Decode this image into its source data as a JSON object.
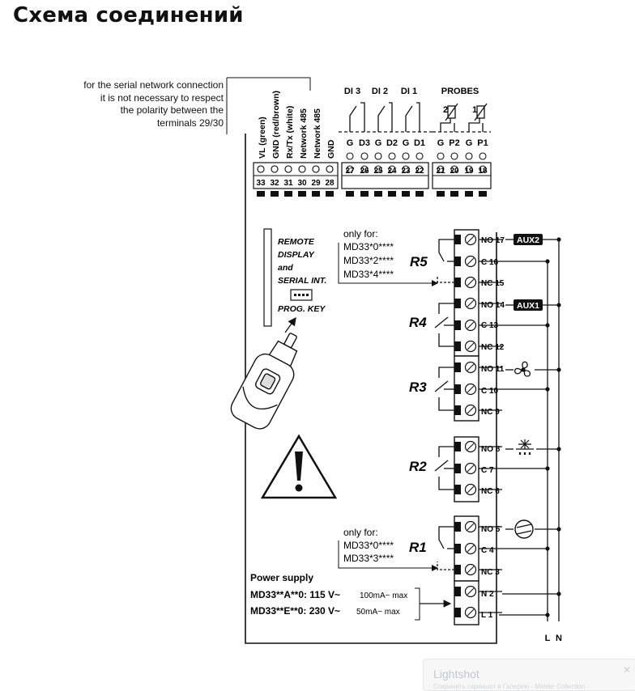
{
  "title": "Схема соединений",
  "note_lines": [
    "for the serial network connection",
    "it is not necessary to respect",
    "the polarity between the",
    "terminals 29/30"
  ],
  "serial_terminals": {
    "labels": [
      "VL (green)",
      "GND (red/brown)",
      "Rx/Tx (white)",
      "Network 485",
      "Network 485",
      "GND"
    ],
    "numbers": [
      "33",
      "32",
      "31",
      "30",
      "29",
      "28"
    ]
  },
  "di_group": {
    "headers": [
      "DI 3",
      "DI 2",
      "DI 1"
    ],
    "pins": [
      "G",
      "D3",
      "G",
      "D2",
      "G",
      "D1"
    ],
    "numbers": [
      "27",
      "26",
      "25",
      "24",
      "23",
      "22"
    ]
  },
  "probes_group": {
    "header": "PROBES",
    "probe_ids": [
      "2",
      "1"
    ],
    "pins": [
      "G",
      "P2",
      "G",
      "P1"
    ],
    "numbers": [
      "21",
      "20",
      "19",
      "18"
    ]
  },
  "remote": {
    "lines": [
      "REMOTE",
      "DISPLAY",
      "and",
      "SERIAL INT."
    ],
    "prog_key": "PROG. KEY"
  },
  "r5_note": {
    "head": "only for:",
    "models": [
      "MD33*0****",
      "MD33*2****",
      "MD33*4****"
    ]
  },
  "r1_note": {
    "head": "only for:",
    "models": [
      "MD33*0****",
      "MD33*3****"
    ]
  },
  "relays": [
    "R5",
    "R4",
    "R3",
    "R2",
    "R1"
  ],
  "outputs": {
    "no17": "NO 17",
    "c16": "C 16",
    "nc15": "NC 15",
    "no14": "NO 14",
    "c13": "C 13",
    "nc12": "NC 12",
    "no11": "NO 11",
    "c10": "C 10",
    "nc9": "NC 9",
    "no8": "NO 8",
    "c7": "C 7",
    "nc6": "NC 6",
    "no5": "NO 5",
    "c4": "C 4",
    "nc3": "NC 3",
    "n2": "N 2",
    "l1": "L 1"
  },
  "aux_badges": [
    "AUX2",
    "AUX1"
  ],
  "power": {
    "header": "Power supply",
    "line1_model": "MD33**A**0: 115 V~",
    "line1_current": "100mA~ max",
    "line2_model": "MD33**E**0: 230 V~",
    "line2_current": "50mA~ max"
  },
  "mains": [
    "L",
    "N"
  ],
  "icons": [
    "fan-icon",
    "defrost-icon",
    "compressor-icon",
    "warning-icon",
    "programming-key-icon"
  ],
  "watermark": {
    "brand": "Lightshot",
    "subtext": "Сохранить скриншот в Галерею - Master Collection"
  }
}
